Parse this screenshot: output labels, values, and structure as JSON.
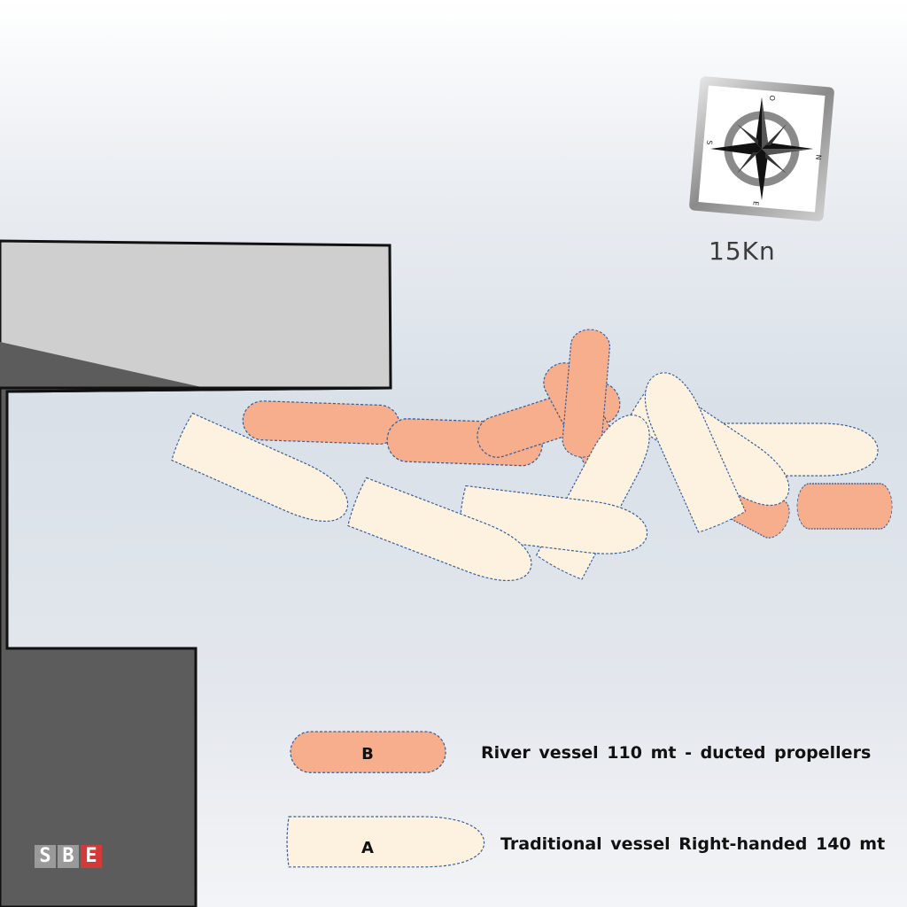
{
  "colors": {
    "dock_light": "#cfcfcf",
    "dock_dark": "#5c5c5c",
    "vessel_b_fill": "#f7ae8c",
    "vessel_a_fill": "#fdf2df",
    "outline": "#3a5f9a",
    "logo_red": "#d23a3a",
    "logo_grey": "#9a9a9a"
  },
  "compass": {
    "icon": "compass-rose-icon",
    "labels": {
      "north": "N",
      "south": "S",
      "east": "E",
      "west": "O"
    }
  },
  "wind": {
    "speed_label": "15Kn"
  },
  "legend": [
    {
      "id": "B",
      "badge": "B",
      "description": "River vessel 110 mt - ducted propellers"
    },
    {
      "id": "A",
      "badge": "A",
      "description": "Traditional vessel Right-handed 140 mt"
    }
  ],
  "logo": {
    "letters": [
      "S",
      "B",
      "E"
    ]
  }
}
